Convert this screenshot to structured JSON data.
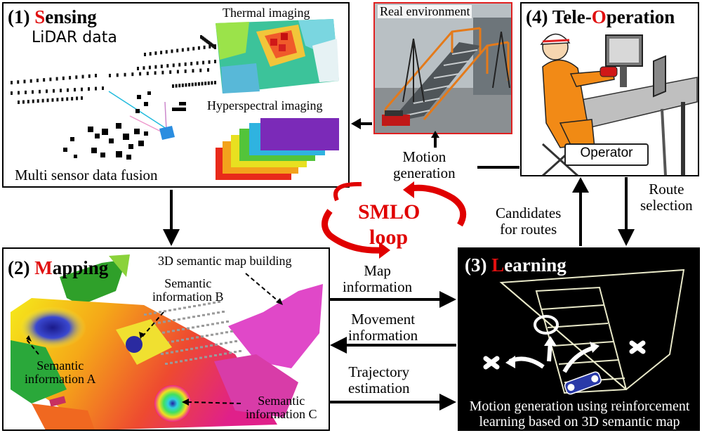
{
  "sensing": {
    "num": "(1) ",
    "accent": "S",
    "rest": "ensing",
    "lidar": "LiDAR data",
    "thermal": "Thermal imaging",
    "hyperspectral": "Hyperspectral imaging",
    "fusion": "Multi sensor data fusion"
  },
  "real_env": {
    "label": "Real environment"
  },
  "teleop": {
    "num": "(4) ",
    "part1": "Tele-",
    "accent": "O",
    "rest": "peration",
    "operator": "Operator"
  },
  "mapping": {
    "num": "(2) ",
    "accent": "M",
    "rest": "apping",
    "building": "3D semantic map building",
    "sem_a": "Semantic\ninformation A",
    "sem_b": "Semantic\ninformation B",
    "sem_c": "Semantic\ninformation C"
  },
  "learning": {
    "num": "(3) ",
    "accent": "L",
    "rest": "earning",
    "caption": "Motion generation using reinforcement\nlearning based on 3D semantic map"
  },
  "loop": {
    "line1": "SMLO",
    "line2": "loop"
  },
  "flows": {
    "motion_generation": "Motion\ngeneration",
    "candidates": "Candidates\nfor routes",
    "route_selection": "Route\nselection",
    "map_information": "Map\ninformation",
    "movement_information": "Movement\ninformation",
    "trajectory_estimation": "Trajectory\nestimation"
  },
  "colors": {
    "accent": "#e01010",
    "loop": "#e00000",
    "learning_bg": "#000000"
  }
}
